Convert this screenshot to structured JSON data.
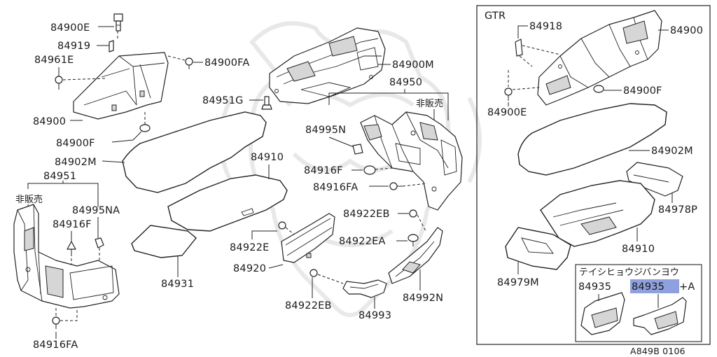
{
  "labels": {
    "l_84900E": "84900E",
    "l_84919": "84919",
    "l_84961E": "84961E",
    "l_84900FA": "84900FA",
    "l_84900": "84900",
    "l_84900F": "84900F",
    "l_84902M": "84902M",
    "l_84951": "84951",
    "l_nonsale1": "非販売",
    "l_84995NA": "84995NA",
    "l_84916F_left": "84916F",
    "l_84916FA_left": "84916FA",
    "l_84931": "84931",
    "l_84910": "84910",
    "l_84951G": "84951G",
    "l_84900M": "84900M",
    "l_84950": "84950",
    "l_nonsale2": "非販売",
    "l_84995N": "84995N",
    "l_84916F_mid": "84916F",
    "l_84916FA_mid": "84916FA",
    "l_84922EB_top": "84922EB",
    "l_84922EA": "84922EA",
    "l_84922E": "84922E",
    "l_84920": "84920",
    "l_84922EB_bot": "84922EB",
    "l_84993": "84993",
    "l_84992N": "84992N"
  },
  "gtr": {
    "title": "GTR",
    "l_84918": "84918",
    "l_84900": "84900",
    "l_84900F": "84900F",
    "l_84900E": "84900E",
    "l_84902M": "84902M",
    "l_84978P": "84978P",
    "l_84910": "84910",
    "l_84979M": "84979M",
    "subbox_title": "テイシヒョウジバンヨウ",
    "l_84935": "84935",
    "l_84935_hl": "84935",
    "l_plusA": "+A"
  },
  "footer": {
    "code": "A849B 0106"
  }
}
